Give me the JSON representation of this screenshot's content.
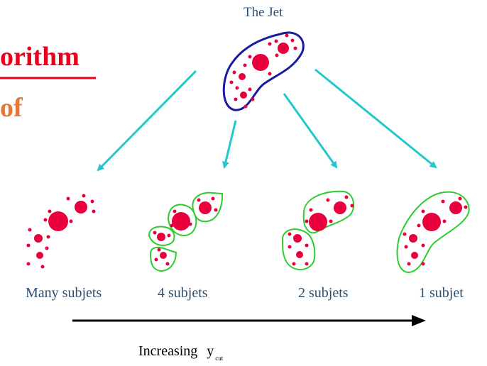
{
  "title": {
    "line1": "orithm",
    "line2": "of"
  },
  "jet": {
    "label": "The Jet"
  },
  "groups": [
    {
      "label": "Many subjets"
    },
    {
      "label": "4 subjets"
    },
    {
      "label": "2 subjets"
    },
    {
      "label": "1 subjet"
    }
  ],
  "x_axis": {
    "label": "Increasing",
    "var": "y",
    "sub": "cut"
  },
  "colors": {
    "title_red": "#e8001c",
    "title_orange": "#e0783a",
    "particle": "#e8003c",
    "jet_outline": "#1a1aa0",
    "subjet_outline": "#2ecc2e",
    "arrow": "#22c8cc",
    "label": "#2c4f72"
  }
}
